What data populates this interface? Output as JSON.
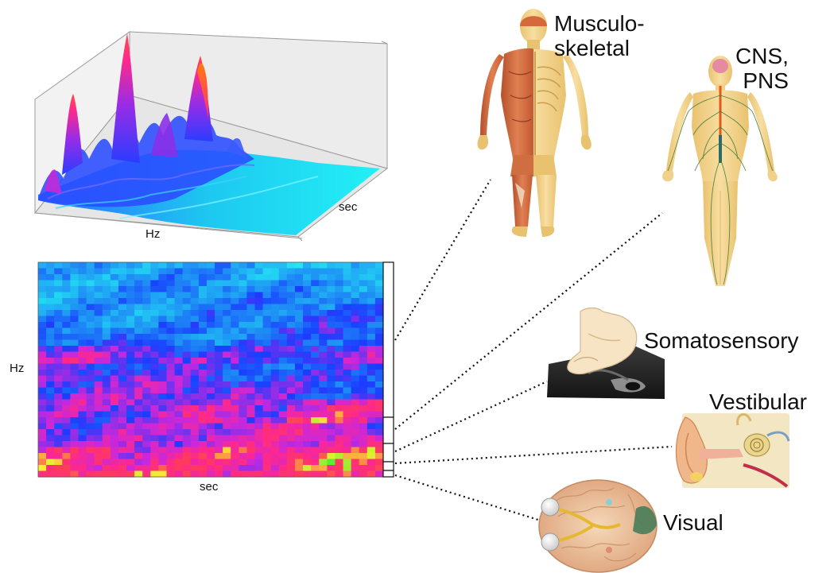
{
  "surface_plot": {
    "x_axis_label": "Hz",
    "depth_axis_label": "sec"
  },
  "spectrogram": {
    "y_axis_label": "Hz",
    "x_axis_label": "sec",
    "bands": [
      {
        "name": "musculoskeletal-band"
      },
      {
        "name": "cns-pns-band"
      },
      {
        "name": "somatosensory-band"
      },
      {
        "name": "vestibular-band"
      },
      {
        "name": "visual-band"
      }
    ]
  },
  "systems": {
    "musculoskeletal": "Musculo-\nskeletal",
    "cns": "CNS,\nPNS",
    "somatosensory": "Somatosensory",
    "vestibular": "Vestibular",
    "visual": "Visual"
  },
  "colors": {
    "cyan": "#22e6f2",
    "blue": "#1a3cff",
    "magenta": "#e020c0",
    "pink": "#ff2a7a",
    "yellow": "#ffee33",
    "green": "#44ee33",
    "skin": "#f3d48f",
    "muscle": "#c9633a"
  }
}
